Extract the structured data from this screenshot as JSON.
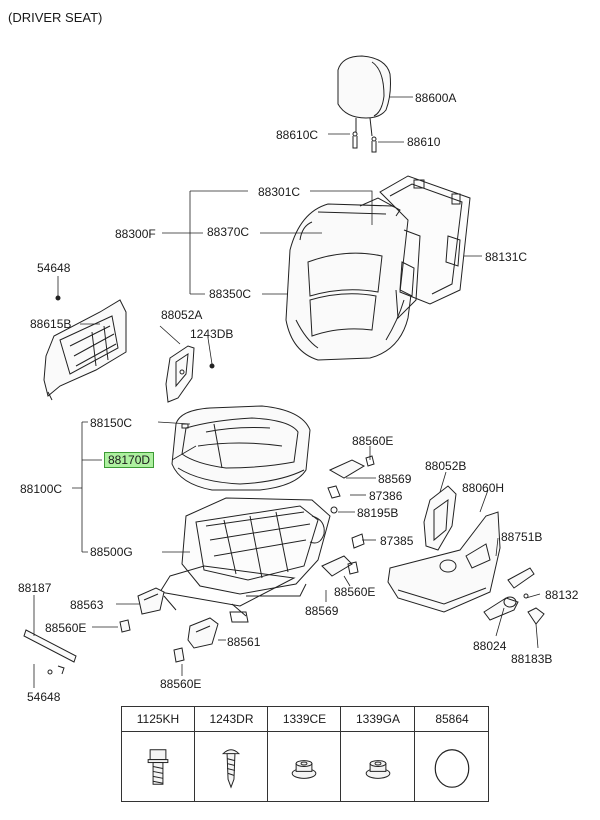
{
  "title": "(DRIVER SEAT)",
  "labels": {
    "l88600A": "88600A",
    "l88610C": "88610C",
    "l88610": "88610",
    "l88301C": "88301C",
    "l88300F": "88300F",
    "l88370C": "88370C",
    "l88131C": "88131C",
    "l88350C": "88350C",
    "l54648a": "54648",
    "l88615B": "88615B",
    "l88052A": "88052A",
    "l1243DB": "1243DB",
    "l88150C": "88150C",
    "l88170D": "88170D",
    "l88100C": "88100C",
    "l88560Ea": "88560E",
    "l88569a": "88569",
    "l87386": "87386",
    "l88052B": "88052B",
    "l88195B": "88195B",
    "l88060H": "88060H",
    "l88500G": "88500G",
    "l87385": "87385",
    "l88751B": "88751B",
    "l88187": "88187",
    "l88563": "88563",
    "l88560Eb": "88560E",
    "l88560Ec": "88560E",
    "l88569b": "88569",
    "l88132": "88132",
    "l88561": "88561",
    "l88024": "88024",
    "l88183B": "88183B",
    "l88560Ed": "88560E",
    "l54648b": "54648"
  },
  "parts_table": [
    {
      "code": "1125KH",
      "icon": "flange-bolt-icon"
    },
    {
      "code": "1243DR",
      "icon": "tapping-screw-icon"
    },
    {
      "code": "1339CE",
      "icon": "flange-nut-icon"
    },
    {
      "code": "1339GA",
      "icon": "flange-nut-icon"
    },
    {
      "code": "85864",
      "icon": "ring-clip-icon"
    }
  ]
}
